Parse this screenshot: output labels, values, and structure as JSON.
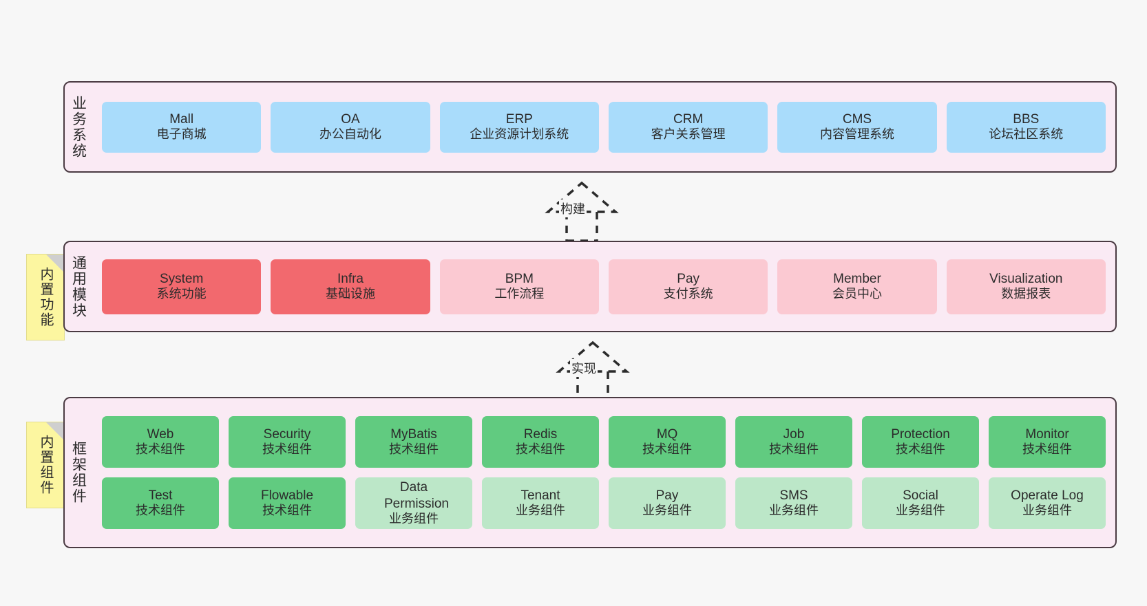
{
  "diagram": {
    "background_color": "#f7f7f7",
    "layers": [
      {
        "id": "business",
        "title": "业务系统",
        "rows": [
          {
            "nodes": [
              {
                "title": "Mall",
                "sub": "电子商城",
                "color": "#a9dcfb",
                "style": "blue"
              },
              {
                "title": "OA",
                "sub": "办公自动化",
                "color": "#a9dcfb",
                "style": "blue"
              },
              {
                "title": "ERP",
                "sub": "企业资源计划系统",
                "color": "#a9dcfb",
                "style": "blue"
              },
              {
                "title": "CRM",
                "sub": "客户关系管理",
                "color": "#a9dcfb",
                "style": "blue"
              },
              {
                "title": "CMS",
                "sub": "内容管理系统",
                "color": "#a9dcfb",
                "style": "blue"
              },
              {
                "title": "BBS",
                "sub": "论坛社区系统",
                "color": "#a9dcfb",
                "style": "blue"
              }
            ]
          }
        ]
      },
      {
        "id": "common-module",
        "title": "通用模块",
        "note": "内置功能",
        "rows": [
          {
            "nodes": [
              {
                "title": "System",
                "sub": "系统功能",
                "color": "#f2696e",
                "style": "red"
              },
              {
                "title": "Infra",
                "sub": "基础设施",
                "color": "#f2696e",
                "style": "red"
              },
              {
                "title": "BPM",
                "sub": "工作流程",
                "color": "#fbc9d2",
                "style": "pink"
              },
              {
                "title": "Pay",
                "sub": "支付系统",
                "color": "#fbc9d2",
                "style": "pink"
              },
              {
                "title": "Member",
                "sub": "会员中心",
                "color": "#fbc9d2",
                "style": "pink"
              },
              {
                "title": "Visualization",
                "sub": "数据报表",
                "color": "#fbc9d2",
                "style": "pink"
              }
            ]
          }
        ]
      },
      {
        "id": "framework",
        "title": "框架组件",
        "note": "内置组件",
        "rows": [
          {
            "nodes": [
              {
                "title": "Web",
                "sub": "技术组件",
                "color": "#61cb80",
                "style": "green"
              },
              {
                "title": "Security",
                "sub": "技术组件",
                "color": "#61cb80",
                "style": "green"
              },
              {
                "title": "MyBatis",
                "sub": "技术组件",
                "color": "#61cb80",
                "style": "green"
              },
              {
                "title": "Redis",
                "sub": "技术组件",
                "color": "#61cb80",
                "style": "green"
              },
              {
                "title": "MQ",
                "sub": "技术组件",
                "color": "#61cb80",
                "style": "green"
              },
              {
                "title": "Job",
                "sub": "技术组件",
                "color": "#61cb80",
                "style": "green"
              },
              {
                "title": "Protection",
                "sub": "技术组件",
                "color": "#61cb80",
                "style": "green"
              },
              {
                "title": "Monitor",
                "sub": "技术组件",
                "color": "#61cb80",
                "style": "green"
              }
            ]
          },
          {
            "nodes": [
              {
                "title": "Test",
                "sub": "技术组件",
                "color": "#61cb80",
                "style": "green"
              },
              {
                "title": "Flowable",
                "sub": "技术组件",
                "color": "#61cb80",
                "style": "green"
              },
              {
                "title": "Data Permission",
                "sub": "业务组件",
                "color": "#bce7c8",
                "style": "greenlight"
              },
              {
                "title": "Tenant",
                "sub": "业务组件",
                "color": "#bce7c8",
                "style": "greenlight"
              },
              {
                "title": "Pay",
                "sub": "业务组件",
                "color": "#bce7c8",
                "style": "greenlight"
              },
              {
                "title": "SMS",
                "sub": "业务组件",
                "color": "#bce7c8",
                "style": "greenlight"
              },
              {
                "title": "Social",
                "sub": "业务组件",
                "color": "#bce7c8",
                "style": "greenlight"
              },
              {
                "title": "Operate Log",
                "sub": "业务组件",
                "color": "#bce7c8",
                "style": "greenlight"
              }
            ]
          }
        ]
      }
    ],
    "connectors": [
      {
        "id": "build",
        "label": "构建",
        "from": "common-module",
        "to": "business"
      },
      {
        "id": "implement",
        "label": "实现",
        "from": "framework",
        "to": "common-module"
      }
    ]
  }
}
